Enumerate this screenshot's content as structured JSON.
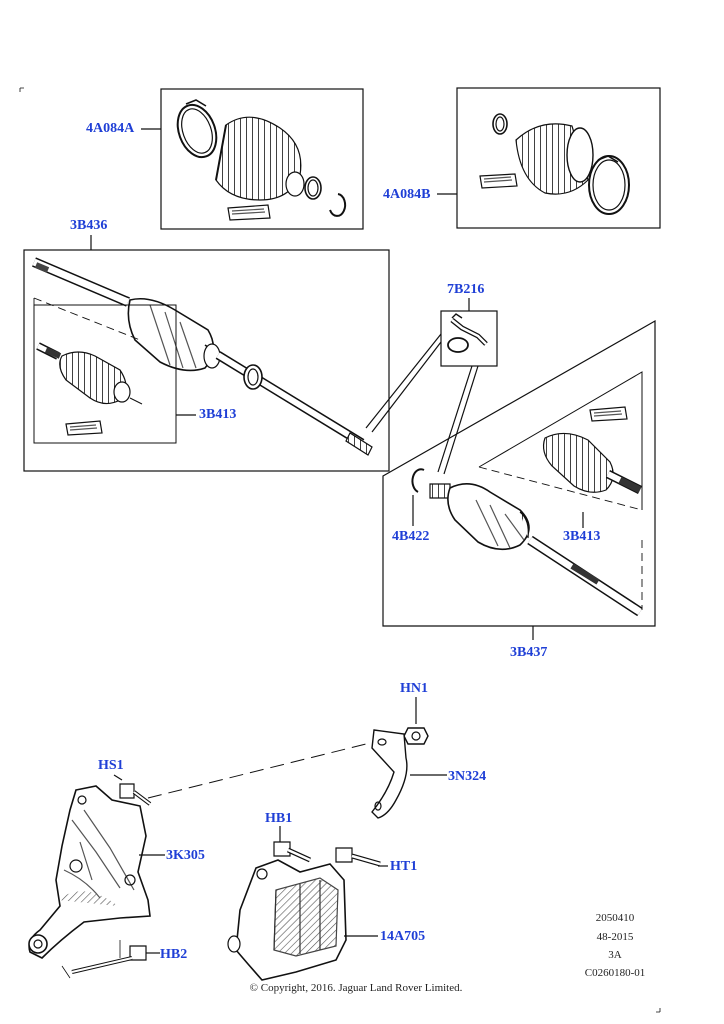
{
  "callouts": {
    "kit_4a084a": "4A084A",
    "kit_4a084b": "4A084B",
    "shaft_3b436": "3B436",
    "joint_3b413_left": "3B413",
    "clip_7b216": "7B216",
    "circlip_4b422": "4B422",
    "joint_3b413_right": "3B413",
    "shaft_3b437": "3B437",
    "nut_hn1": "HN1",
    "bracket_3n324": "3N324",
    "screw_hs1": "HS1",
    "bracket_3k305": "3K305",
    "bolt_hb1": "HB1",
    "stud_ht1": "HT1",
    "bracket_14a705": "14A705",
    "bolt_hb2": "HB2"
  },
  "info_block": {
    "line1": "2050410",
    "line2": "48-2015",
    "line3": "3A",
    "line4": "C0260180-01"
  },
  "footer": {
    "copyright": "© Copyright, 2016. Jaguar Land Rover Limited."
  },
  "colors": {
    "callout": "#1f3fd6",
    "line_art": "#111111",
    "shading": "#6d6d6d"
  }
}
